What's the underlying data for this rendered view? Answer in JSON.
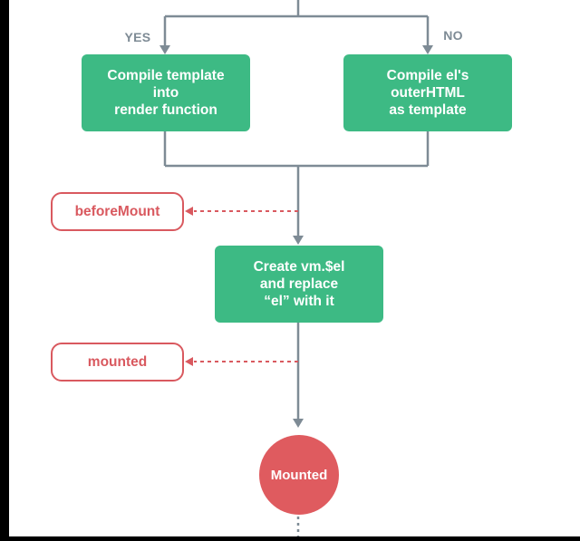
{
  "branches": {
    "yes_label": "YES",
    "no_label": "NO"
  },
  "steps": {
    "compile_template": "Compile template\ninto\nrender function",
    "compile_outer_html": "Compile el's\nouterHTML\nas template",
    "create_el": "Create vm.$el\nand replace\n“el” with it"
  },
  "hooks": {
    "before_mount": "beforeMount",
    "mounted": "mounted"
  },
  "state": {
    "mounted": "Mounted"
  },
  "colors": {
    "step_fill": "#3dba84",
    "hook_stroke": "#d9595f",
    "state_fill": "#df5b5f",
    "flow_line": "#7e8b95"
  }
}
